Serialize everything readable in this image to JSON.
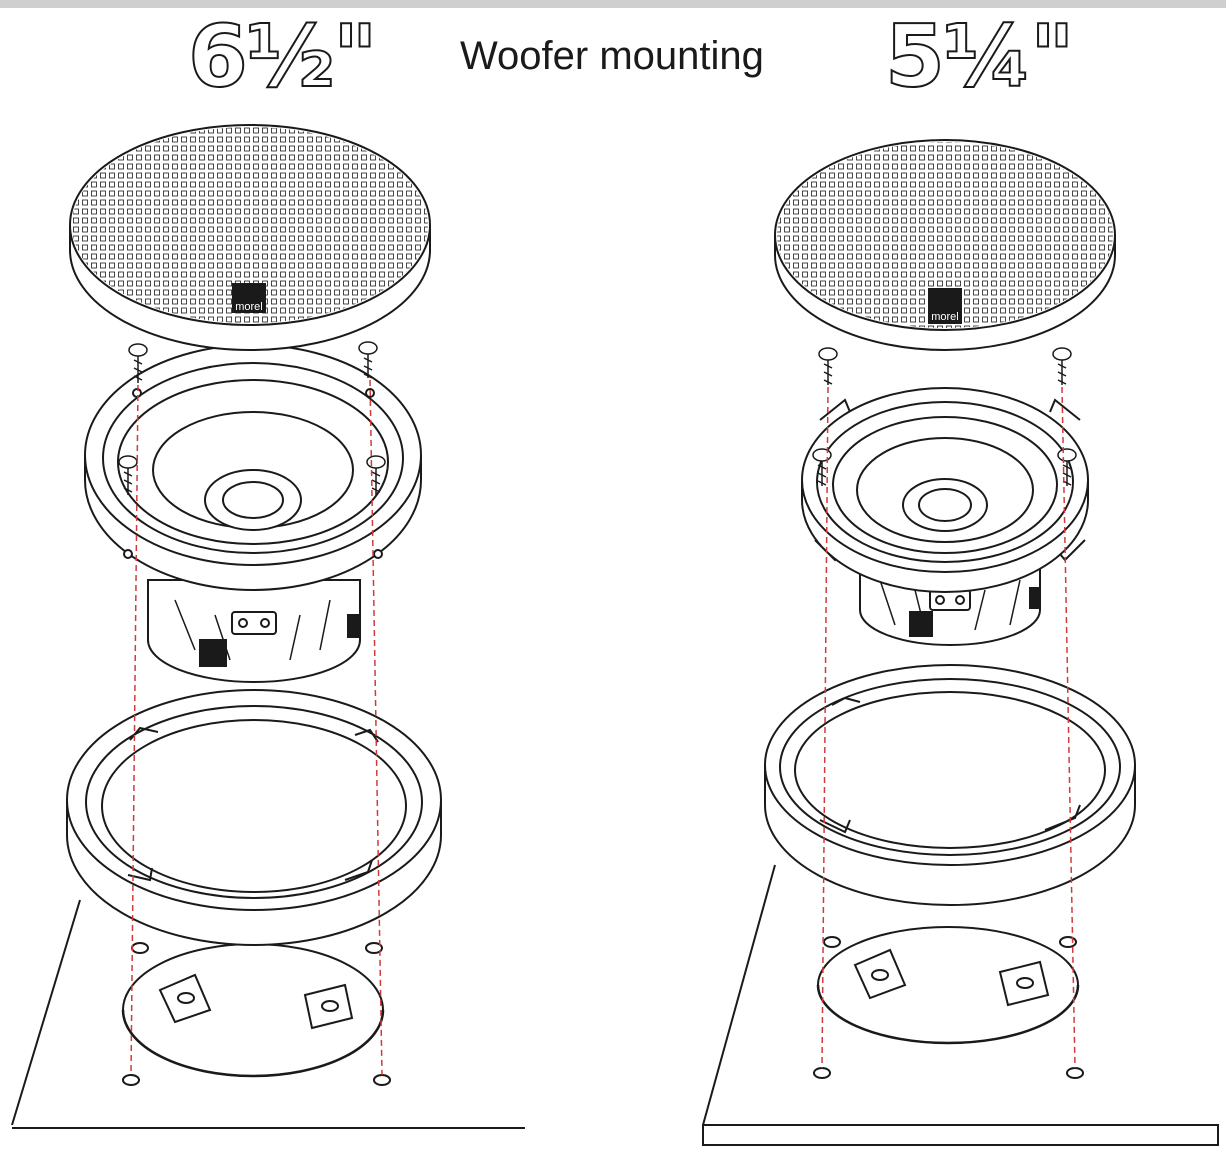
{
  "title": "Woofer mounting",
  "left_assembly": {
    "size_label": "6½\"",
    "logo_text": "morel"
  },
  "right_assembly": {
    "size_label": "5¼\"",
    "logo_text": "morel"
  },
  "colors": {
    "line": "#1a1a1a",
    "guide": "#d23a3a",
    "background": "#ffffff",
    "topbar": "#cfcfcf"
  }
}
